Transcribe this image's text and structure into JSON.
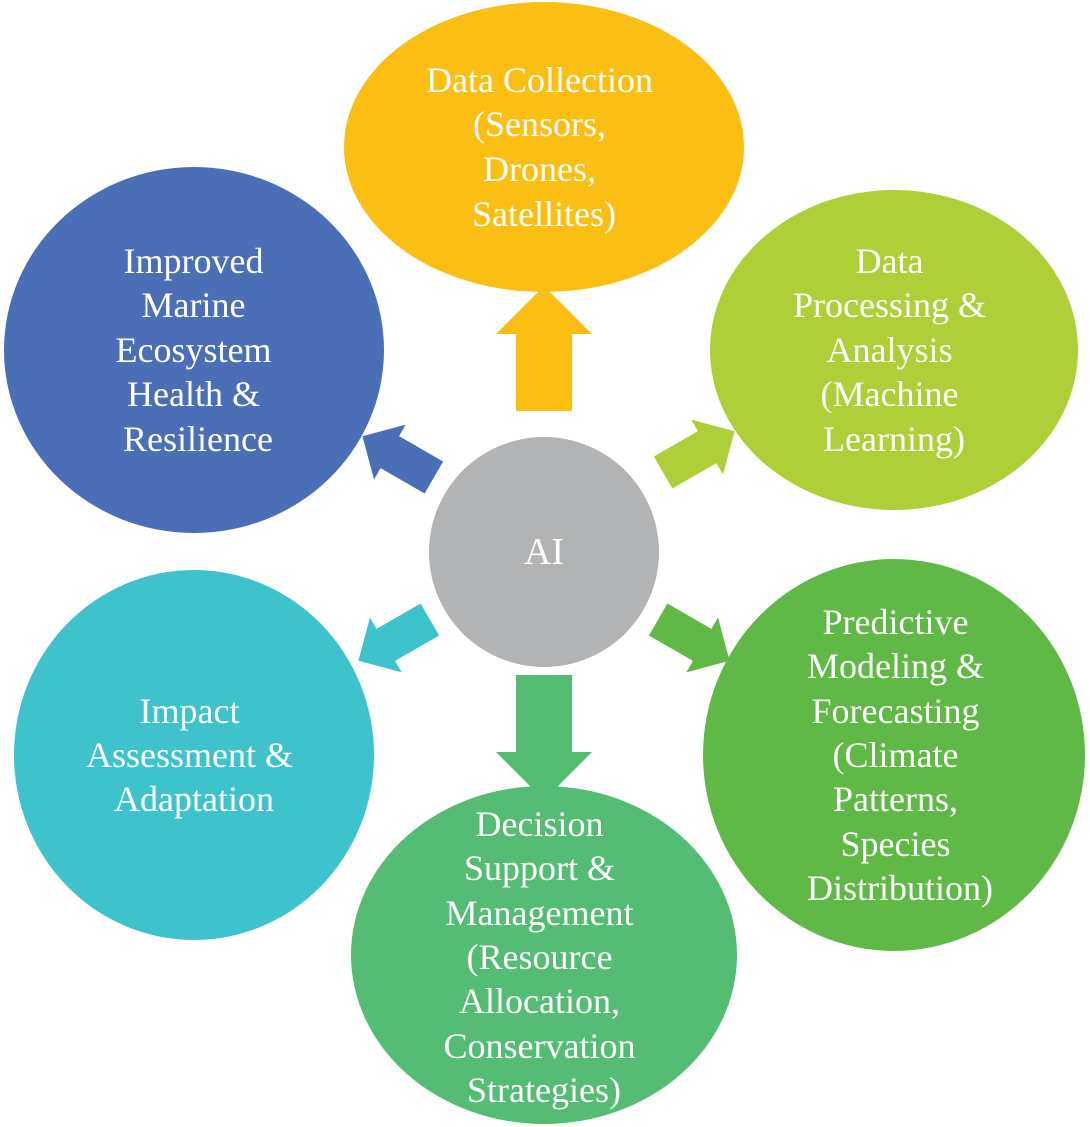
{
  "hub": {
    "label": "AI",
    "color": "#b1b3b5"
  },
  "nodes": [
    {
      "id": "data-collection",
      "color": "#fbbe12",
      "lines": [
        "Data Collection",
        "(Sensors,",
        "Drones,",
        "Satellites)"
      ]
    },
    {
      "id": "data-processing",
      "color": "#aecf38",
      "lines": [
        "Data",
        "Processing &",
        "Analysis",
        "(Machine",
        "Learning)"
      ]
    },
    {
      "id": "predictive-modeling",
      "color": "#60b946",
      "lines": [
        "Predictive",
        "Modeling &",
        "Forecasting",
        "(Climate",
        "Patterns,",
        "Species",
        "Distribution)"
      ]
    },
    {
      "id": "decision-support",
      "color": "#55bc74",
      "lines": [
        "Decision",
        "Support &",
        "Management",
        "(Resource",
        "Allocation,",
        "Conservation",
        "Strategies)"
      ]
    },
    {
      "id": "impact-assessment",
      "color": "#3ec2cc",
      "lines": [
        "Impact",
        "Assessment &",
        "Adaptation"
      ]
    },
    {
      "id": "ecosystem-health",
      "color": "#4a6fb7",
      "lines": [
        "Improved",
        "Marine",
        "Ecosystem",
        "Health &",
        "Resilience"
      ]
    }
  ]
}
